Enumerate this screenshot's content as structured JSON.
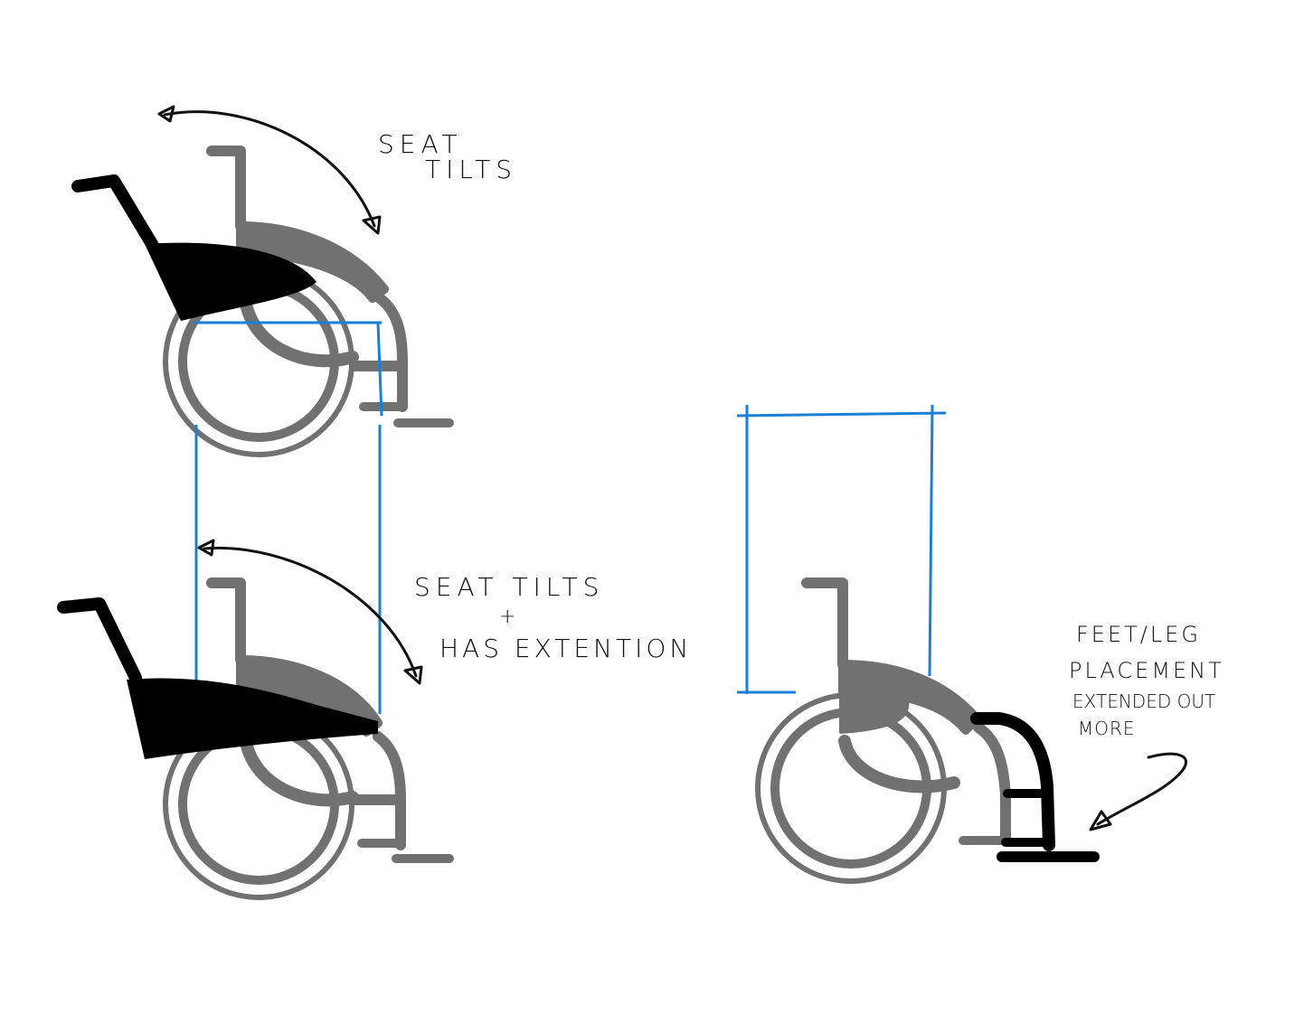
{
  "colors": {
    "frame_gray": "#717171",
    "seat_black": "#000000",
    "guide_blue": "#1c7fd6",
    "ink": "#111111",
    "background": "#ffffff"
  },
  "annotations": {
    "top_label": [
      "SEAT",
      "TILTS"
    ],
    "middle_label": [
      "SEAT TILTS",
      "+",
      "HAS EXTENTION"
    ],
    "right_label": [
      "FEET/LEG",
      "PLACEMENT",
      "EXTENDED OUT",
      "MORE"
    ]
  },
  "sketches": [
    {
      "name": "wheelchair-tilted-seat",
      "highlight": "tilted seat"
    },
    {
      "name": "wheelchair-tilted-seat-extension",
      "highlight": "tilted seat with extension"
    },
    {
      "name": "wheelchair-extended-footrest",
      "highlight": "extended footrest"
    }
  ],
  "icons": {
    "tilt_arrow": "curved-double-arrow-icon",
    "pointer_arrow": "curved-pointer-arrow-icon"
  }
}
